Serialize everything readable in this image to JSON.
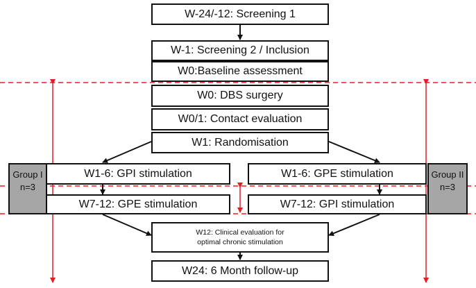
{
  "flow": {
    "screening1": "W-24/-12: Screening 1",
    "screening2": "W-1: Screening 2 / Inclusion",
    "baseline": "W0:Baseline assessment",
    "surgery": "W0: DBS surgery",
    "contact": "W0/1: Contact evaluation",
    "randomisation": "W1: Randomisation",
    "left_phase1": "W1-6: GPI stimulation",
    "left_phase2": "W7-12: GPE stimulation",
    "right_phase1": "W1-6:  GPE stimulation",
    "right_phase2": "W7-12: GPI stimulation",
    "clinical_line1": "W12: Clinical evaluation for",
    "clinical_line2": "optimal chronic stimulation",
    "followup": "W24: 6 Month follow-up"
  },
  "groups": {
    "group1_name": "Group I",
    "group1_n": "n=3",
    "group2_name": "Group II",
    "group2_n": "n=3"
  },
  "colors": {
    "dashed_line": "#e31e24",
    "arrow": "#111111",
    "group_fill": "#a6a6a6",
    "box_border": "#111111"
  }
}
